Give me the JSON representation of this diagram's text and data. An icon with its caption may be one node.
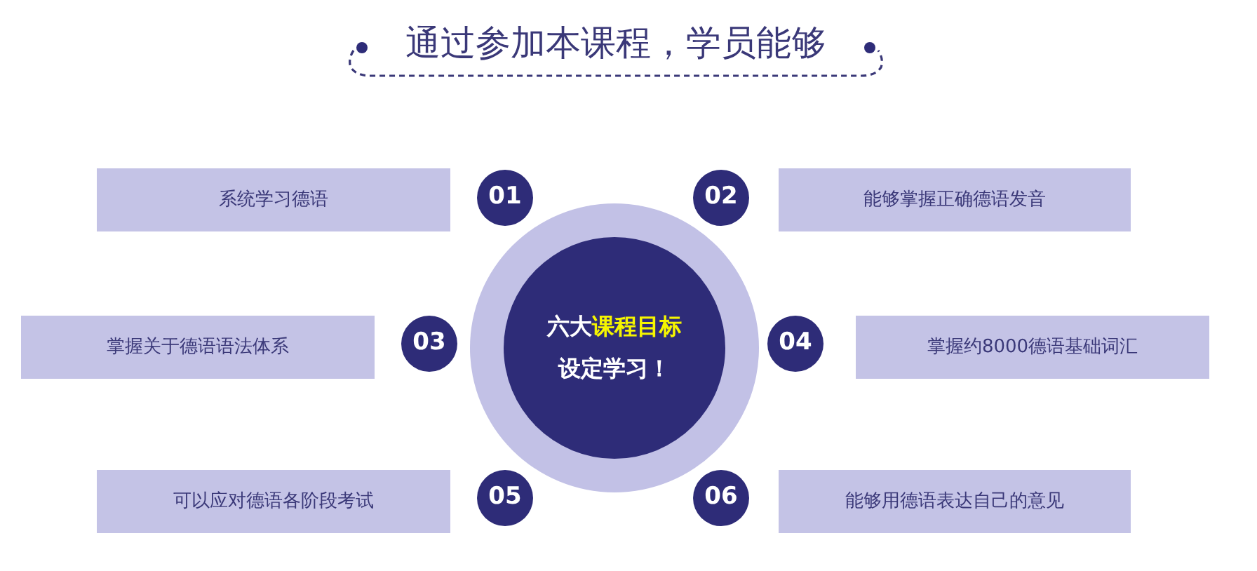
{
  "diagram": {
    "title": "通过参加本课程，学员能够",
    "nodes": [
      {
        "text": [
          "系统学习德语"
        ]
      },
      {
        "text": [
          "01"
        ]
      },
      {
        "text": [
          "02"
        ]
      },
      {
        "text": [
          "能够掌握正确德语发音"
        ]
      },
      {
        "text": [
          "六大**课程目标**",
          "设定学习！"
        ]
      },
      {
        "text": [
          "掌握关于德语语法体系"
        ]
      },
      {
        "text": [
          "03"
        ]
      },
      {
        "text": [
          "04"
        ]
      },
      {
        "text": [
          "掌握约8000德语基础词汇"
        ]
      },
      {
        "text": [
          "可以应对德语各阶段考试"
        ]
      },
      {
        "text": [
          "05"
        ]
      },
      {
        "text": [
          "06"
        ]
      },
      {
        "text": [
          "能够用德语表达自己的意见"
        ]
      }
    ]
  }
}
